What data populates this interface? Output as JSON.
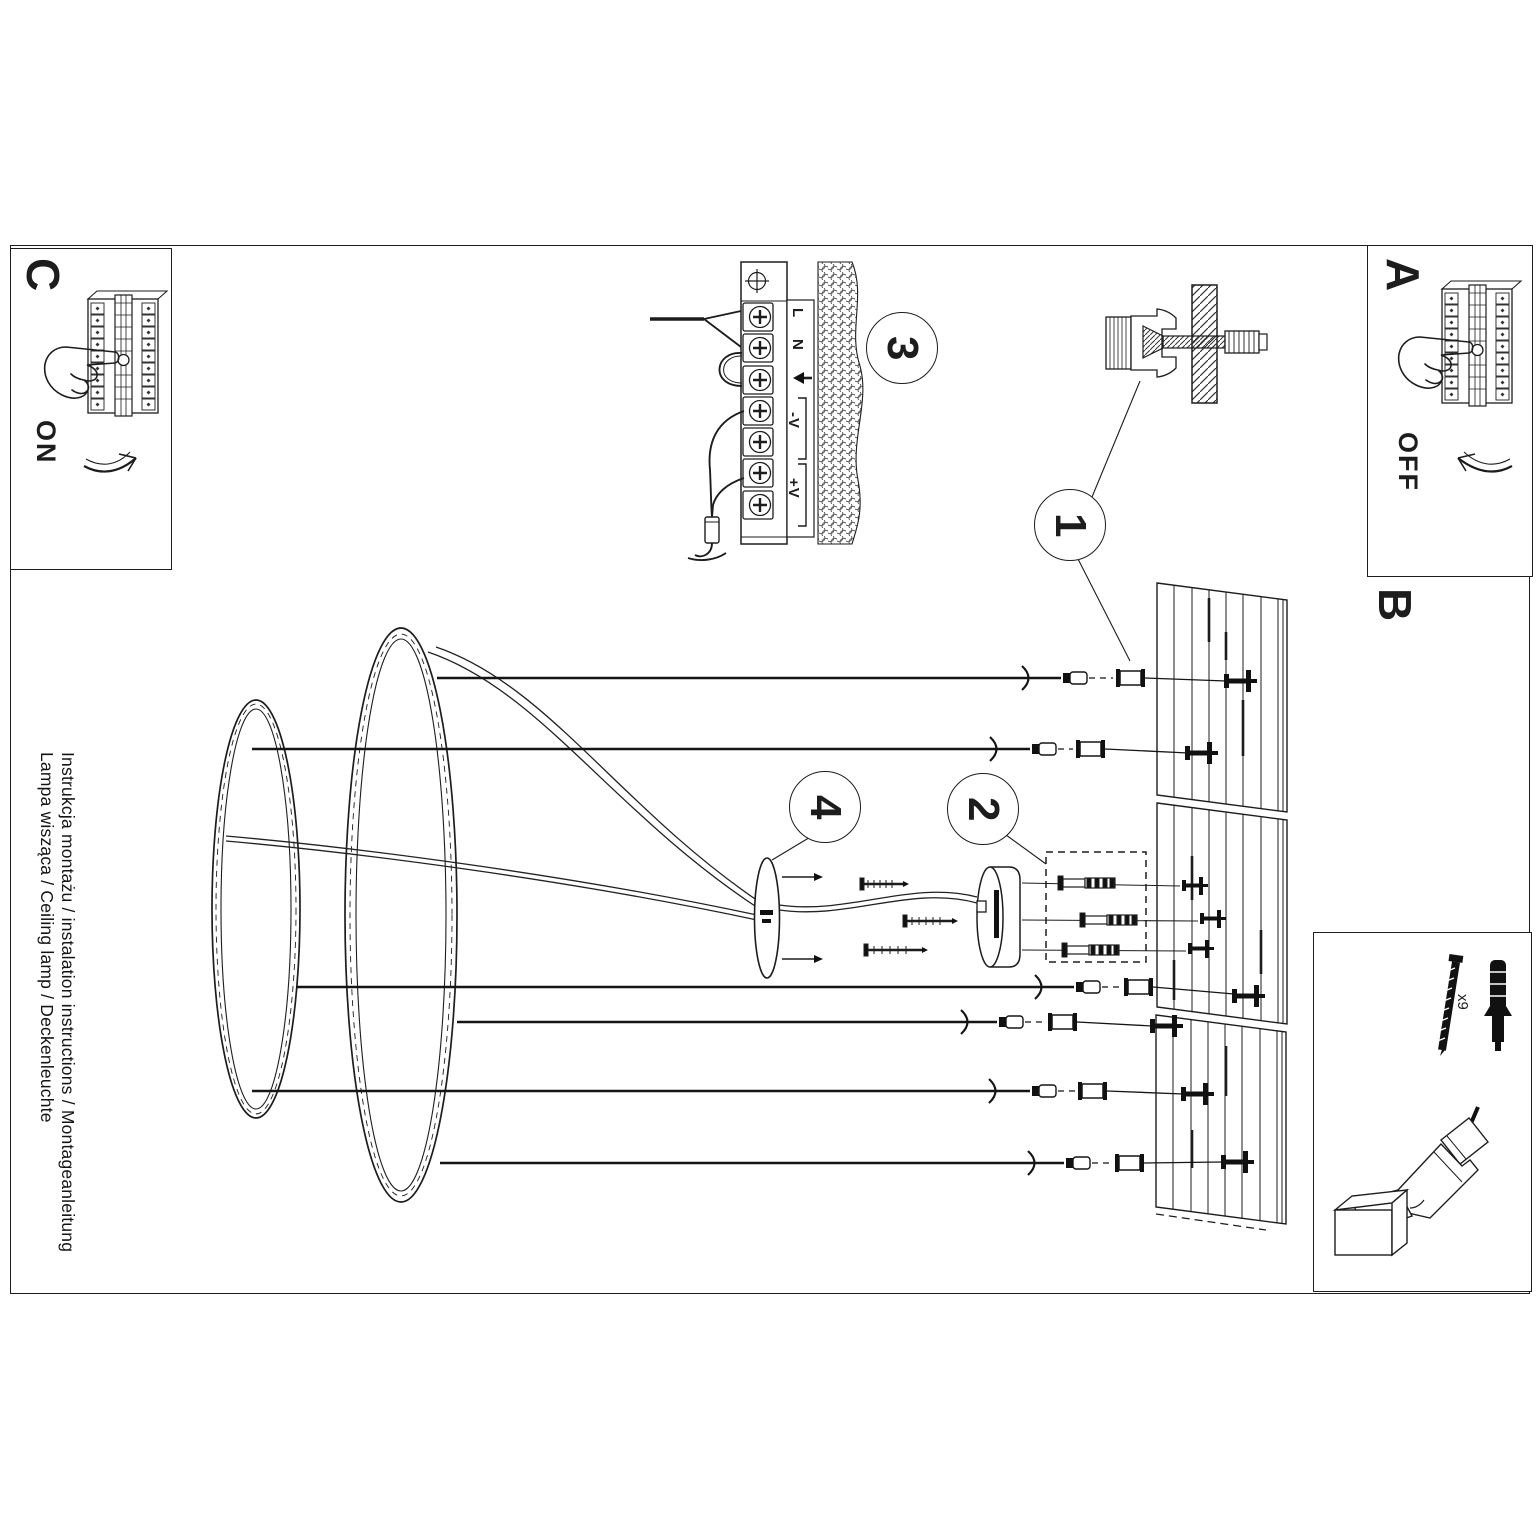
{
  "document": {
    "background": "#ffffff",
    "ink": "#1d1d1d"
  },
  "title_block": {
    "line1": "Instrukcja montażu / instalation instructions / Montageanleitung",
    "line2": "Lampa wisząca / Ceiling lamp / Deckenleuchte"
  },
  "panels": {
    "a": {
      "label": "A",
      "switch_state": "OFF"
    },
    "b": {
      "label": "B"
    },
    "c": {
      "label": "C",
      "switch_state": "ON"
    }
  },
  "steps": {
    "step1": "1",
    "step2": "2",
    "step3": "3",
    "step4": "4"
  },
  "terminal_block": {
    "live": "L",
    "neutral": "N",
    "ground_icon": "ground-arrow",
    "negative": "-V",
    "positive": "+V"
  },
  "parts_box": {
    "quantity_label": "x9"
  }
}
